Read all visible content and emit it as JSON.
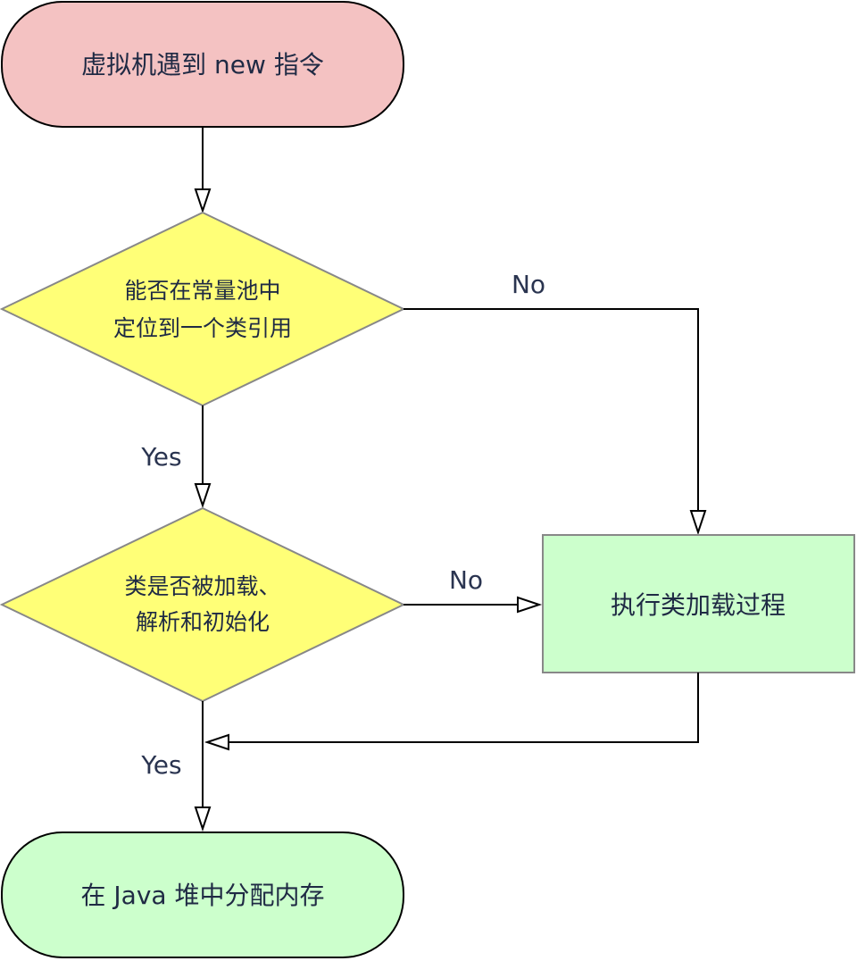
{
  "nodes": {
    "start": {
      "label": "虚拟机遇到 new 指令",
      "fill": "#f4c2c2"
    },
    "decision1": {
      "lines": [
        "能否在常量池中",
        "定位到一个类引用"
      ],
      "fill": "#ffff77"
    },
    "decision2": {
      "lines": [
        "类是否被加载、",
        "解析和初始化"
      ],
      "fill": "#ffff77"
    },
    "process": {
      "label": "执行类加载过程",
      "fill": "#ccffcc"
    },
    "end": {
      "label": "在 Java 堆中分配内存",
      "fill": "#ccffcc"
    }
  },
  "edges": {
    "d1_no": "No",
    "d1_yes": "Yes",
    "d2_no": "No",
    "d2_yes": "Yes"
  },
  "colors": {
    "stroke": "#000000",
    "shape_border": "#888888"
  }
}
